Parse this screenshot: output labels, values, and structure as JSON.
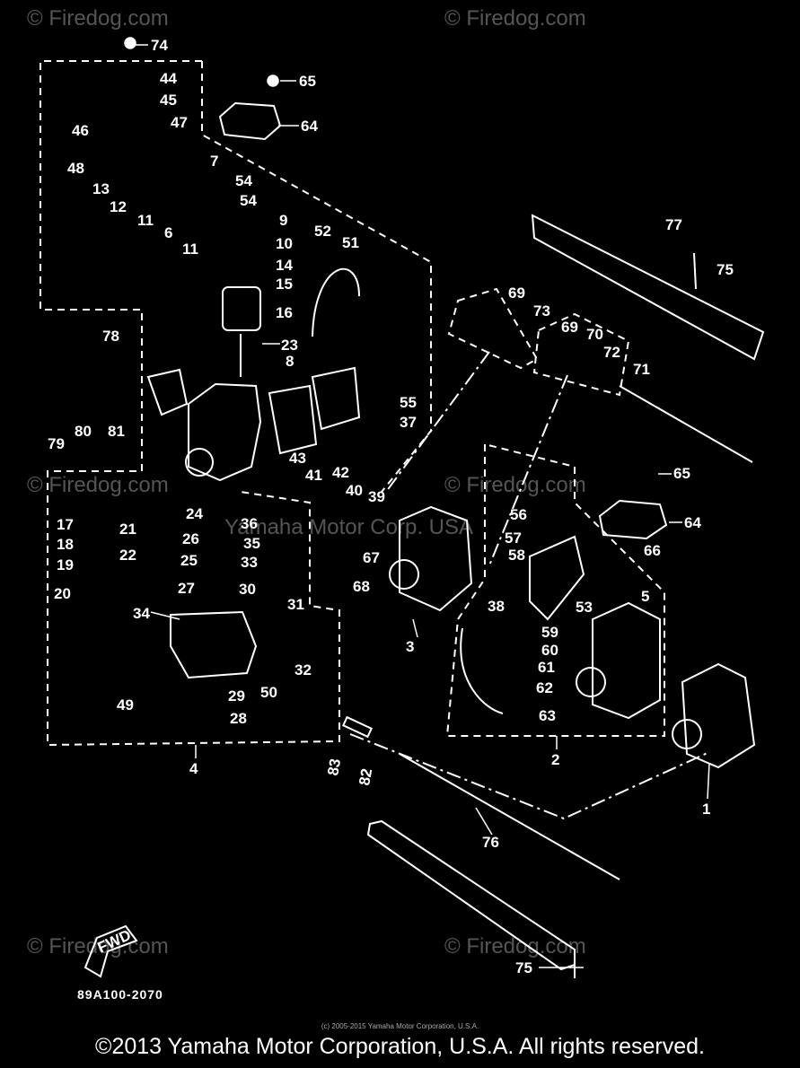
{
  "diagram": {
    "callouts": [
      "74",
      "44",
      "45",
      "47",
      "46",
      "48",
      "13",
      "12",
      "11",
      "6",
      "11",
      "7",
      "54",
      "54",
      "65",
      "64",
      "9",
      "10",
      "14",
      "15",
      "16",
      "23",
      "52",
      "51",
      "8",
      "78",
      "55",
      "37",
      "79",
      "80",
      "81",
      "43",
      "41",
      "42",
      "40",
      "39",
      "17",
      "21",
      "24",
      "36",
      "18",
      "22",
      "26",
      "35",
      "19",
      "25",
      "33",
      "20",
      "27",
      "30",
      "31",
      "34",
      "32",
      "49",
      "29",
      "50",
      "28",
      "4",
      "69",
      "73",
      "69",
      "70",
      "72",
      "71",
      "77",
      "75",
      "65",
      "56",
      "64",
      "57",
      "66",
      "58",
      "38",
      "5",
      "53",
      "67",
      "68",
      "3",
      "59",
      "60",
      "61",
      "62",
      "63",
      "2",
      "83",
      "82",
      "76",
      "1",
      "75"
    ],
    "drawing_code": "89A100-2070",
    "fwd_arrow_label": "FWD",
    "watermark": "© Firedog.com",
    "watermark_center": "Yamaha Motor Corp. USA"
  },
  "footer": {
    "small_copyright": "(c) 2005-2015 Yamaha Motor Corporation, U.S.A.",
    "copyright": "©2013 Yamaha Motor Corporation, U.S.A. All rights reserved."
  }
}
